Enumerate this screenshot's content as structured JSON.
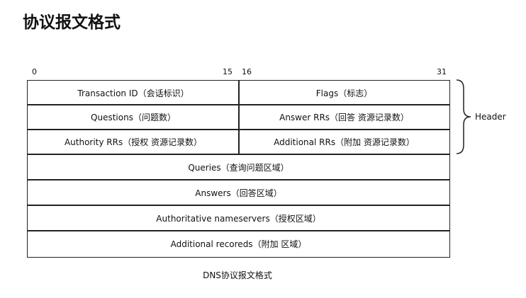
{
  "title": "协议报文格式",
  "bits": {
    "b0": "0",
    "b15": "15",
    "b16": "16",
    "b31": "31"
  },
  "header_rows": [
    [
      "Transaction ID（会话标识）",
      "Flags（标志）"
    ],
    [
      "Questions（问题数）",
      "Answer RRs（回答 资源记录数）"
    ],
    [
      "Authority RRs（授权 资源记录数）",
      "Additional RRs（附加 资源记录数）"
    ]
  ],
  "sections": [
    "Queries（查询问题区域）",
    "Answers（回答区域）",
    "Authoritative nameservers（授权区域）",
    "Additional recoreds（附加 区域）"
  ],
  "header_label": "Header",
  "caption": "DNS协议报文格式"
}
